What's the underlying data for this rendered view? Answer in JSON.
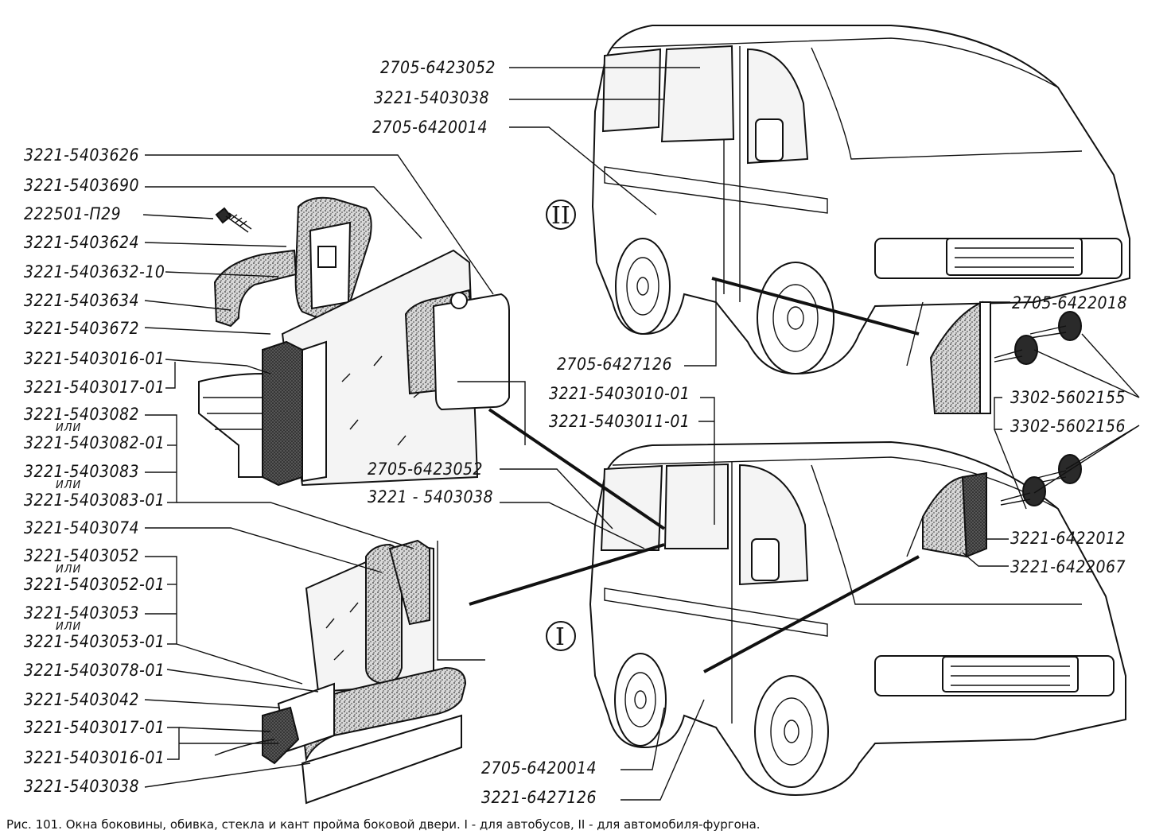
{
  "labels_left_top": [
    "3221-5403626",
    "3221-5403690",
    "222501-П29",
    "3221-5403624",
    "3221-5403632-10",
    "3221-5403634",
    "3221-5403672",
    "3221-5403016-01",
    "3221-5403017-01",
    "3221-5403082",
    "3221-5403082-01",
    "3221-5403083",
    "3221-5403083-01"
  ],
  "labels_left_bottom": [
    "3221-5403074",
    "3221-5403052",
    "3221-5403052-01",
    "3221-5403053",
    "3221-5403053-01",
    "3221-5403078-01",
    "3221-5403042",
    "3221-5403017-01",
    "3221-5403016-01",
    "3221-5403038"
  ],
  "ili": "ИЛИ",
  "labels_center": [
    "2705-6423052",
    "3221-5403038",
    "2705-6420014",
    "2705-6427126",
    "3221-5403010-01",
    "3221-5403011-01",
    "2705-6423052",
    "3221 - 5403038",
    "2705-6420014",
    "3221-6427126"
  ],
  "labels_right": [
    "2705-6422018",
    "3302-5602155",
    "3302-5602156",
    "3221-6422012",
    "3221-6422067"
  ],
  "roman_2": "II",
  "roman_1": "I",
  "caption": "Рис. 101. Окна боковины, обивка, стекла и кант пройма боковой двери. I - для автобусов, II - для автомобиля-фургона."
}
